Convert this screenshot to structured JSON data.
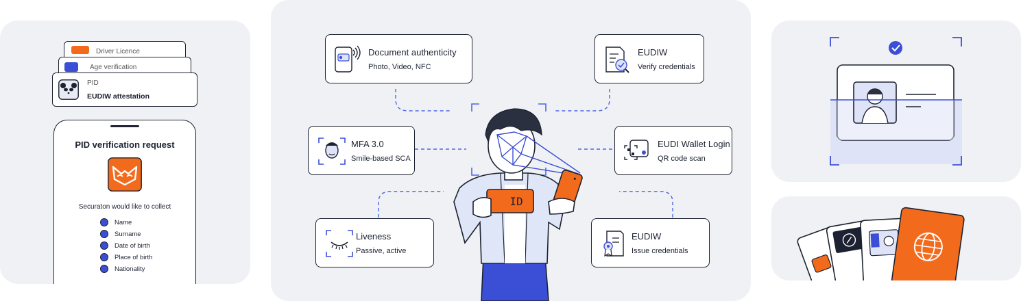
{
  "left": {
    "stack": [
      {
        "label": "Driver Licence"
      },
      {
        "label": "Age verification"
      },
      {
        "label": "PID",
        "sublabel": "EUDIW attestation"
      }
    ],
    "phone": {
      "title": "PID verification request",
      "prompt": "Securaton would like to collect",
      "items": [
        "Name",
        "Surname",
        "Date of birth",
        "Place of birth",
        "Nationality"
      ]
    }
  },
  "center": {
    "badge": "ID",
    "features": [
      {
        "title": "Document authenticity",
        "subtitle": "Photo, Video, NFC",
        "icon": "phone-nfc-icon"
      },
      {
        "title": "EUDIW",
        "subtitle": "Verify credentials",
        "icon": "document-check-icon"
      },
      {
        "title": "MFA 3.0",
        "subtitle": "Smile-based SCA",
        "icon": "face-scan-icon"
      },
      {
        "title": "EUDI Wallet Login",
        "subtitle": "QR code scan",
        "icon": "wallet-qr-icon"
      },
      {
        "title": "Liveness",
        "subtitle": "Passive, active",
        "icon": "eye-closed-icon"
      },
      {
        "title": "EUDIW",
        "subtitle": "Issue credentials",
        "icon": "certificate-icon"
      }
    ]
  },
  "colors": {
    "accent": "#f26b1d",
    "blue": "#3b4fd6",
    "panel": "#f0f1f4",
    "ink": "#1c2231"
  }
}
